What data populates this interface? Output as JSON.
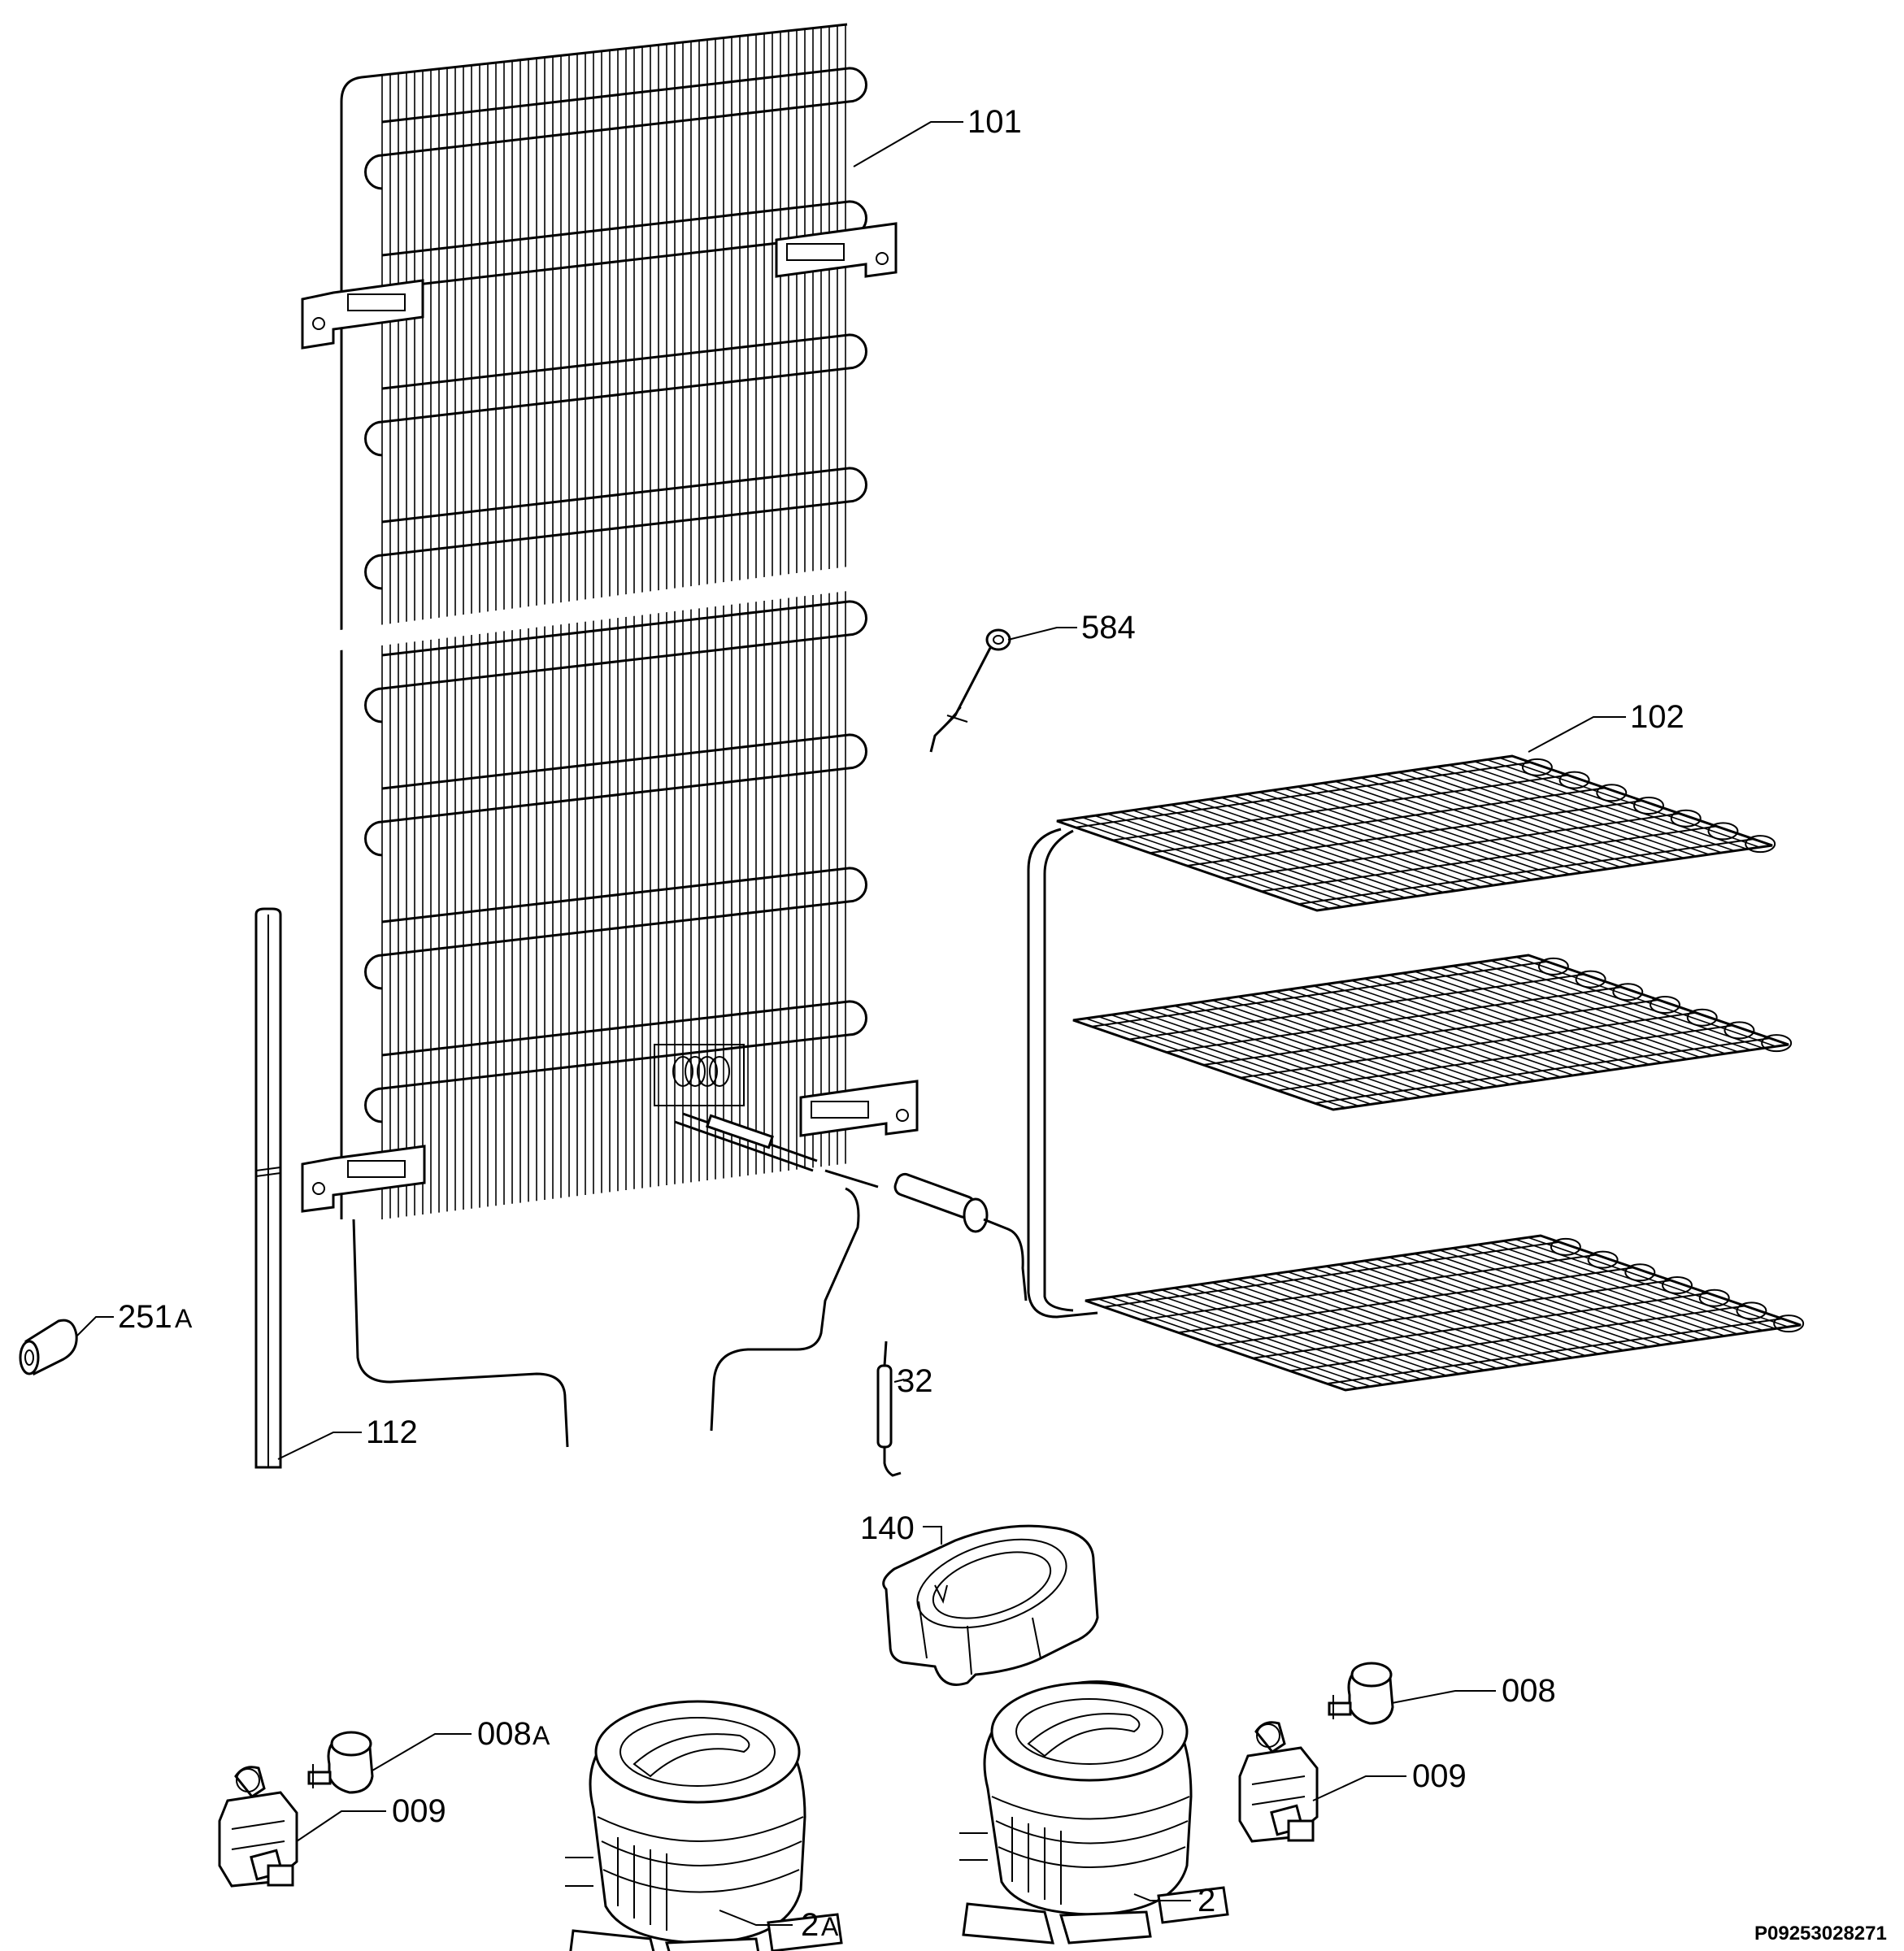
{
  "labels": {
    "l101": "101",
    "l584": "584",
    "l102": "102",
    "l251": "251",
    "l251_suffix": "A",
    "l32": "32",
    "l112": "112",
    "l140": "140",
    "l008a": "008",
    "l008a_suffix": "A",
    "l009_left": "009",
    "l008": "008",
    "l009_right": "009",
    "l2a": "2",
    "l2a_suffix": "A",
    "l2": "2"
  },
  "drawing_code": "P09253028271"
}
